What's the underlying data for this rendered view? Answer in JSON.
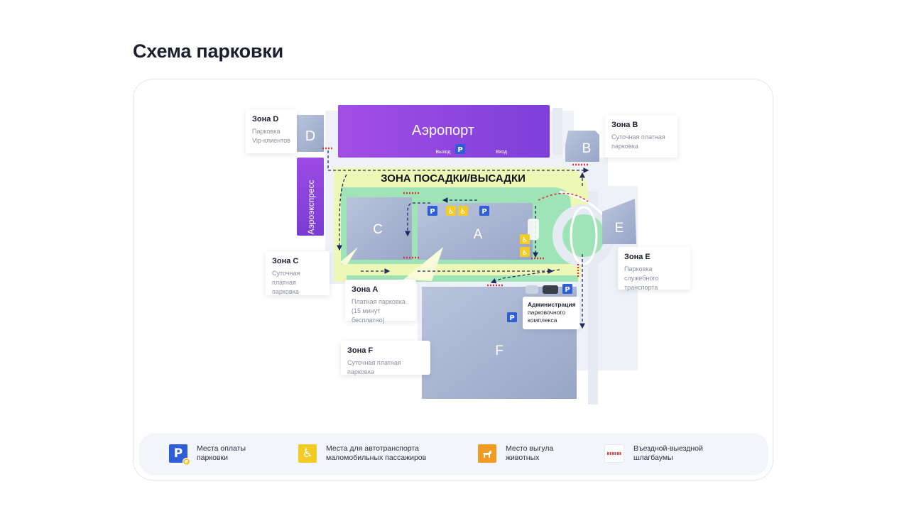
{
  "page": {
    "title": "Схема парковки"
  },
  "map": {
    "airport_label": "Аэропорт",
    "exit_label": "Выход",
    "entrance_label": "Вход",
    "aeroexpress_label": "Аэроэкспресс",
    "dropoff_label": "ЗОНА ПОСАДКИ/ВЫСАДКИ",
    "zone_letters": {
      "a": "A",
      "b": "B",
      "c": "C",
      "d": "D",
      "e": "E",
      "f": "F"
    },
    "parking_glyph": "P",
    "accessible_glyph": "♿"
  },
  "zones": {
    "d": {
      "title": "Зона D",
      "lines": [
        "Парковка",
        "Vip-клиентов"
      ]
    },
    "b": {
      "title": "Зона B",
      "lines": [
        "Суточная платная",
        "парковка"
      ]
    },
    "c": {
      "title": "Зона C",
      "lines": [
        "Суточная платная",
        "парковка"
      ]
    },
    "e": {
      "title": "Зона E",
      "lines": [
        "Парковка служебного",
        "транспорта"
      ]
    },
    "a": {
      "title": "Зона A",
      "lines": [
        "Платная парковка",
        "(15 минут бесплатно)"
      ]
    },
    "f": {
      "title": "Зона F",
      "lines": [
        "Суточная платная парковка"
      ]
    },
    "admin": {
      "lines": [
        "Администрация",
        "парковочного",
        "комплекса"
      ]
    }
  },
  "legend": [
    {
      "icon": "parking-payment-icon",
      "lines": [
        "Места оплаты",
        "парковки"
      ]
    },
    {
      "icon": "accessible-parking-icon",
      "lines": [
        "Места для автотранспорта",
        "маломобильных пассажиров"
      ]
    },
    {
      "icon": "pet-walking-icon",
      "lines": [
        "Место выгула",
        "животных"
      ]
    },
    {
      "icon": "barrier-icon",
      "lines": [
        "Въездной-выездной",
        "шлагбаумы"
      ]
    }
  ],
  "colors": {
    "airport": "#8c43dc",
    "aeroexpress": "#8340d6",
    "zone_fill": "#a9b6d2",
    "green_road": "#9ee4b6",
    "yellow_road": "#eef8b6",
    "parking_blue": "#2f5fd6",
    "accessible_yellow": "#f3cb25",
    "pet_orange": "#f39a23",
    "barrier_red": "#d9363e",
    "arrow_navy": "#1e2a5e"
  }
}
